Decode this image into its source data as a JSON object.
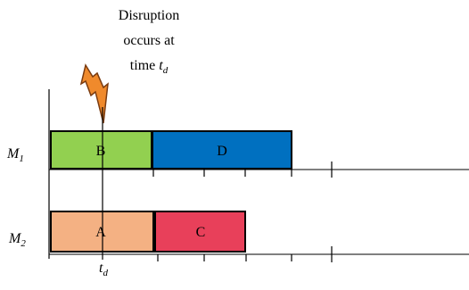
{
  "annotation": {
    "line1": "Disruption",
    "line2": "occurs at",
    "line3_prefix": "time ",
    "var": "t",
    "var_sub": "d"
  },
  "machines": [
    {
      "name": "M",
      "sub": "1"
    },
    {
      "name": "M",
      "sub": "2"
    }
  ],
  "jobs": {
    "B": {
      "label": "B",
      "color": "#92d050"
    },
    "D": {
      "label": "D",
      "color": "#0070c0"
    },
    "A": {
      "label": "A",
      "color": "#f4b183"
    },
    "C": {
      "label": "C",
      "color": "#e8405a"
    }
  },
  "td_label": {
    "var": "t",
    "sub": "d"
  },
  "colors": {
    "lightning_fill": "#f08a2c",
    "lightning_stroke": "#7a3b10"
  }
}
